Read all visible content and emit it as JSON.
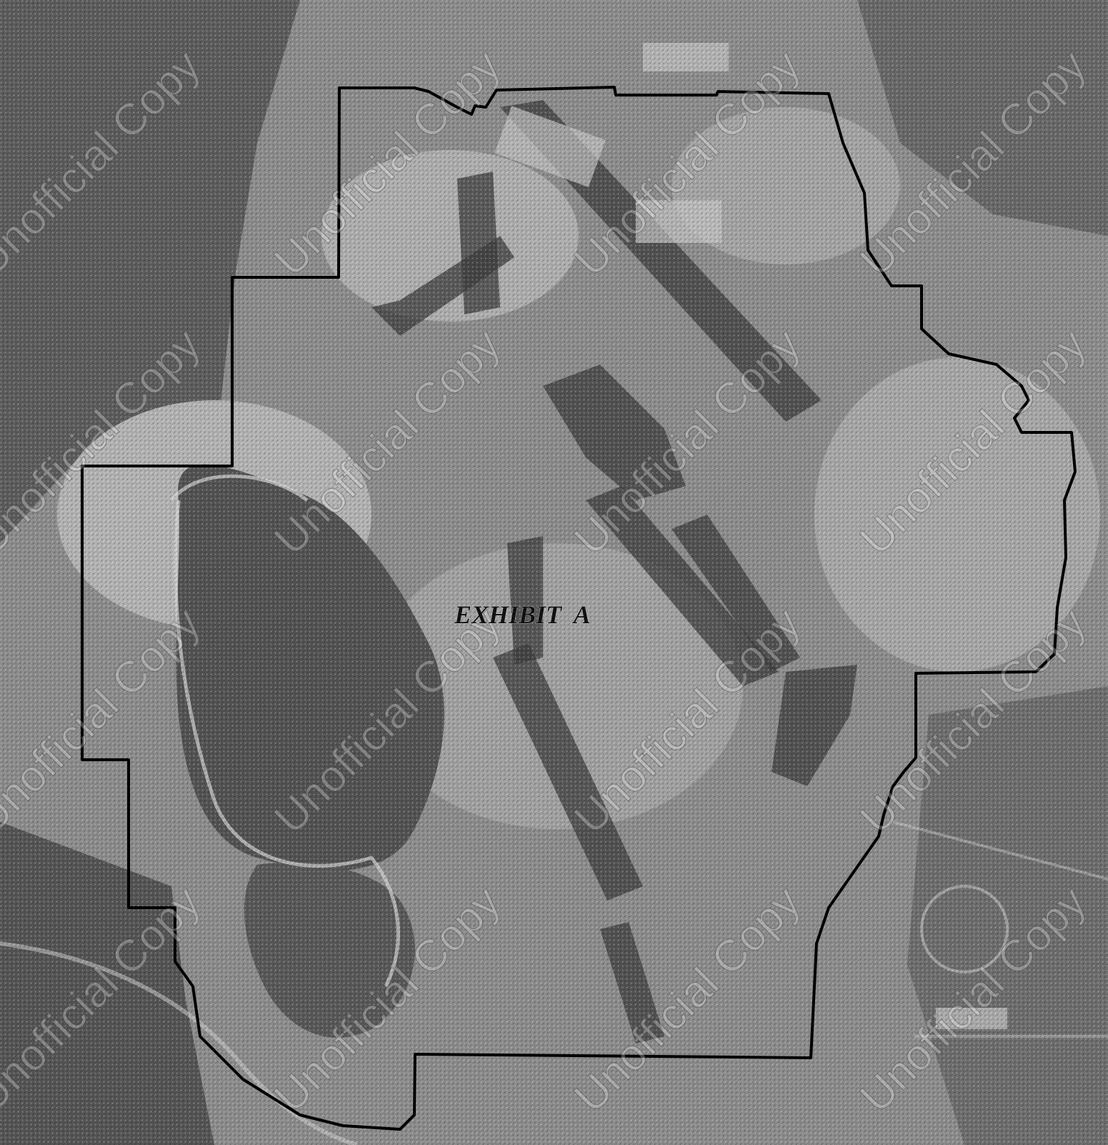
{
  "map": {
    "label": "EXHIBIT  A",
    "watermark_text": "Unofficial Copy",
    "boundary_color": "#000000",
    "imagery": "grayscale aerial photograph with stipple texture"
  }
}
